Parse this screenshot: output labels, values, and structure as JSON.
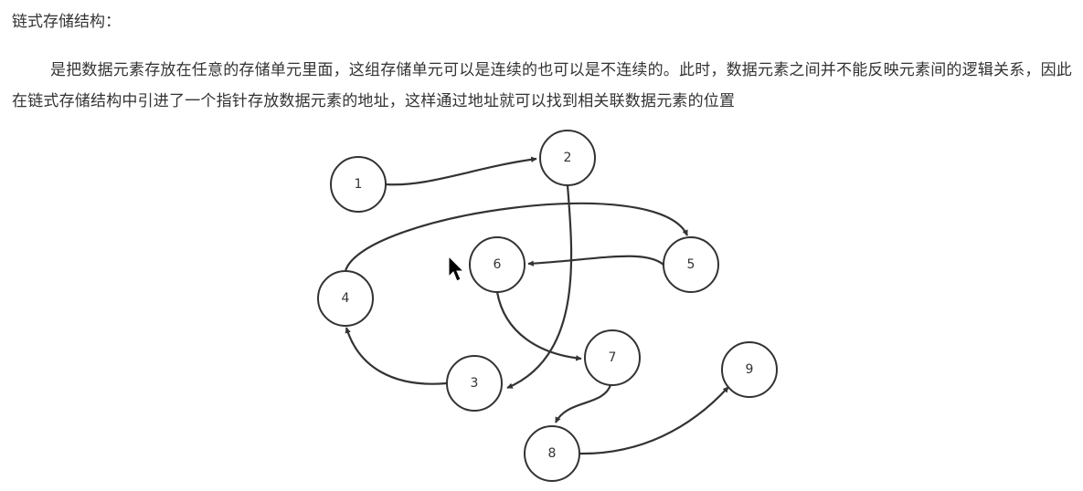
{
  "heading": "链式存储结构：",
  "paragraph": "是把数据元素存放在任意的存储单元里面，这组存储单元可以是连续的也可以是不连续的。此时，数据元素之间并不能反映元素间的逻辑关系，因此在链式存储结构中引进了一个指针存放数据元素的地址，这样通过地址就可以找到相关联数据元素的位置",
  "diagram": {
    "nodes": [
      {
        "id": "1",
        "label": "1"
      },
      {
        "id": "2",
        "label": "2"
      },
      {
        "id": "3",
        "label": "3"
      },
      {
        "id": "4",
        "label": "4"
      },
      {
        "id": "5",
        "label": "5"
      },
      {
        "id": "6",
        "label": "6"
      },
      {
        "id": "7",
        "label": "7"
      },
      {
        "id": "8",
        "label": "8"
      },
      {
        "id": "9",
        "label": "9"
      }
    ],
    "edges": [
      {
        "from": "1",
        "to": "2"
      },
      {
        "from": "2",
        "to": "3"
      },
      {
        "from": "3",
        "to": "4"
      },
      {
        "from": "4",
        "to": "5"
      },
      {
        "from": "5",
        "to": "6"
      },
      {
        "from": "6",
        "to": "7"
      },
      {
        "from": "7",
        "to": "8"
      },
      {
        "from": "8",
        "to": "9"
      }
    ],
    "stroke_color": "#333333"
  },
  "cursor": {
    "icon": "mouse-pointer-icon"
  }
}
